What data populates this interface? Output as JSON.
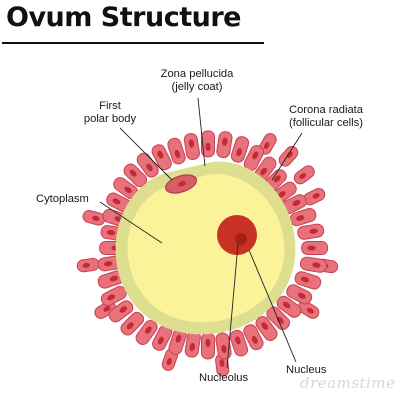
{
  "title": "Ovum Structure",
  "labels": {
    "zona": [
      "Zona pellucida",
      "(jelly coat)"
    ],
    "polar": [
      "First",
      "polar body"
    ],
    "corona": [
      "Corona radiata",
      "(follicular cells)"
    ],
    "cytoplasm": "Cytoplasm",
    "nucleolus": "Nucleolus",
    "nucleus": "Nucleus"
  },
  "watermark": "dreamstime",
  "colors": {
    "cell_fill": "#e8727c",
    "cell_stroke": "#c8404e",
    "cell_nucleus": "#c22a36",
    "zona": "#dede90",
    "cytoplasm": "#fbf39a",
    "nucleus": "#c83224",
    "nucleolus": "#a81f14",
    "polar_body": "#d85e66"
  }
}
